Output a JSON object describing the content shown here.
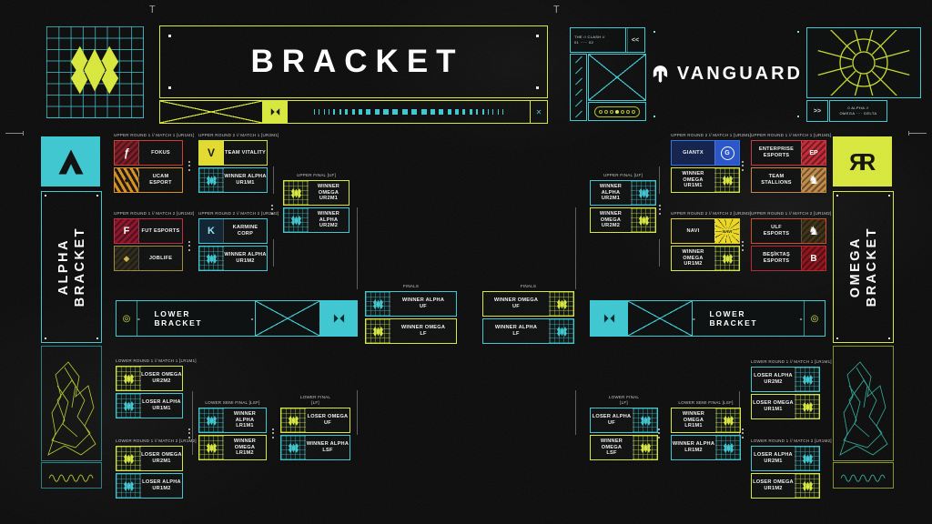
{
  "colors": {
    "cyan": "#3cc8d2",
    "lime": "#d9e93b",
    "background": "#0a0a0a",
    "blue": "#2e6fe8"
  },
  "marks": {
    "t_left": "T",
    "t_right": "T"
  },
  "banner": {
    "title": "BRACKET"
  },
  "vanguard": {
    "sponsor": "VANGUARD",
    "clash_line1": "THE // CLASH //",
    "clash_line2": "01 ····· 02",
    "arrows_left": "<<",
    "arrows_right": ">>",
    "meta_line1": "0  ALPHA  //",
    "meta_line2": "OMEGA ···· DELTA",
    "banner_x_glyph": "✕"
  },
  "sidebar_left": {
    "word1": "ALPHA",
    "word2": "BRACKET",
    "logo": "alpha-emblem"
  },
  "sidebar_right": {
    "word1": "OMEGA",
    "word2": "BRACKET",
    "logo": "r-emblem"
  },
  "lower_bar_left": {
    "dash": "-",
    "label": "LOWER BRACKET",
    "badge_icon": "◎"
  },
  "lower_bar_right": {
    "dash": "-",
    "label": "LOWER BRACKET",
    "badge_icon": "◎"
  },
  "bracket": {
    "matches": [
      {
        "slot": "m-a-ur1m1",
        "side": "left",
        "align": "al-l",
        "label": "UPPER ROUND 1 // MATCH 1 [UR1M1]",
        "rows": [
          {
            "type": "team",
            "l1": "FOKUS",
            "color": "#cf3b2e",
            "logo_class": "lg-fokus mottle",
            "icon": "ƒ"
          },
          {
            "type": "team",
            "l1": "UCAM",
            "l2": "ESPORT",
            "color": "#dd8c21",
            "logo_class": "lg-ucam",
            "icon": "◆"
          }
        ]
      },
      {
        "slot": "m-a-ur2m1",
        "side": "left",
        "align": "al-l",
        "label": "UPPER ROUND 2 // MATCH 1 [UR2M1]",
        "rows": [
          {
            "type": "team",
            "l1": "TEAM VITALITY",
            "color": "#cfe23a",
            "logo_class": "lg-vitality",
            "icon": "V"
          },
          {
            "type": "emblem",
            "l1": "WINNER ALPHA",
            "l2": "UR1M1",
            "color": "#3cc8d2"
          }
        ]
      },
      {
        "slot": "m-a-ur1m2",
        "side": "left",
        "align": "al-l",
        "label": "UPPER ROUND 1 // MATCH 2 [UR1M2]",
        "rows": [
          {
            "type": "team",
            "l1": "FUT ESPORTS",
            "color": "#c22742",
            "logo_class": "lg-fut mottle",
            "icon": "F"
          },
          {
            "type": "team",
            "l1": "JOBLIFE",
            "color": "#9b8b3a",
            "logo_class": "lg-joblife mottle",
            "icon": "◆"
          }
        ]
      },
      {
        "slot": "m-a-ur2m2",
        "side": "left",
        "align": "al-l",
        "label": "UPPER ROUND 2 // MATCH 2 [UR2M2]",
        "rows": [
          {
            "type": "team",
            "l1": "KARMINE",
            "l2": "CORP",
            "color": "#3cc8d2",
            "logo_class": "lg-karmine",
            "icon": "K"
          },
          {
            "type": "emblem",
            "l1": "WINNER ALPHA",
            "l2": "UR1M2",
            "color": "#3cc8d2"
          }
        ]
      },
      {
        "slot": "m-a-uf",
        "side": "left",
        "align": "al-c",
        "label": "UPPER FINAL [UF]",
        "rows": [
          {
            "type": "emblem",
            "l1": "WINNER OMEGA",
            "l2": "UR2M1",
            "color": "#d9e93b"
          },
          {
            "type": "emblem",
            "l1": "WINNER ALPHA",
            "l2": "UR2M2",
            "color": "#3cc8d2"
          }
        ]
      },
      {
        "slot": "m-f-l",
        "side": "left",
        "align": "al-c",
        "label": "FINALS",
        "rows": [
          {
            "type": "emblem",
            "l1": "WINNER ALPHA",
            "l2": "UF",
            "color": "#3cc8d2"
          },
          {
            "type": "emblem",
            "l1": "WINNER OMEGA",
            "l2": "LF",
            "color": "#d9e93b"
          }
        ]
      },
      {
        "slot": "m-f-r",
        "side": "right",
        "align": "al-c",
        "label": "FINALS",
        "rows": [
          {
            "type": "emblem",
            "l1": "WINNER OMEGA",
            "l2": "UF",
            "color": "#d9e93b"
          },
          {
            "type": "emblem",
            "l1": "WINNER ALPHA",
            "l2": "LF",
            "color": "#3cc8d2"
          }
        ]
      },
      {
        "slot": "m-o-uf",
        "side": "right",
        "align": "al-c",
        "label": "UPPER FINAL [UF]",
        "rows": [
          {
            "type": "emblem",
            "l1": "WINNER ALPHA",
            "l2": "UR2M1",
            "color": "#3cc8d2"
          },
          {
            "type": "emblem",
            "l1": "WINNER OMEGA",
            "l2": "UR2M2",
            "color": "#d9e93b"
          }
        ]
      },
      {
        "slot": "m-o-ur2m1",
        "side": "right",
        "align": "al-r",
        "label": "UPPER ROUND 2 // MATCH 1 [UR2M1]",
        "rows": [
          {
            "type": "team",
            "l1": "GIANTX",
            "color": "#2e6fe8",
            "logo_class": "lg-giantx",
            "icon": "G",
            "bg": "#101f4a"
          },
          {
            "type": "emblem",
            "l1": "WINNER OMEGA",
            "l2": "UR1M1",
            "color": "#d9e93b"
          }
        ]
      },
      {
        "slot": "m-o-ur1m1",
        "side": "right",
        "align": "al-r",
        "label": "UPPER ROUND 1 // MATCH 1 [UR1M1]",
        "rows": [
          {
            "type": "team",
            "l1": "ENTERPRISE",
            "l2": "ESPORTS",
            "color": "#d03340",
            "logo_class": "lg-enterprise mottle",
            "icon": "EP"
          },
          {
            "type": "team",
            "l1": "TEAM",
            "l2": "STALLIONS",
            "color": "#c8833a",
            "logo_class": "lg-stallions mottle",
            "icon": "♞"
          }
        ]
      },
      {
        "slot": "m-o-ur2m2",
        "side": "right",
        "align": "al-r",
        "label": "UPPER ROUND 2 // MATCH 2 [UR2M2]",
        "rows": [
          {
            "type": "team",
            "l1": "NAVI",
            "color": "#e3cf25",
            "logo_class": "lg-navi",
            "icon": "NAVI"
          },
          {
            "type": "emblem",
            "l1": "WINNER OMEGA",
            "l2": "UR1M2",
            "color": "#d9e93b"
          }
        ]
      },
      {
        "slot": "m-o-ur1m2",
        "side": "right",
        "align": "al-r",
        "label": "UPPER ROUND 1 // MATCH 2 [UR1M2]",
        "rows": [
          {
            "type": "team",
            "l1": "ULF",
            "l2": "ESPORTS",
            "color": "#cf4a28",
            "logo_class": "lg-ulf mottle",
            "icon": "♞"
          },
          {
            "type": "team",
            "l1": "BEŞİKTAŞ",
            "l2": "ESPORTS",
            "color": "#c0202e",
            "logo_class": "lg-besiktas mottle",
            "icon": "B"
          }
        ]
      },
      {
        "slot": "m-a-lr1m1",
        "side": "left",
        "align": "al-l",
        "label": "LOWER ROUND 1 // MATCH 1 [LR1M1]",
        "rows": [
          {
            "type": "emblem",
            "l1": "LOSER OMEGA",
            "l2": "UR2M2",
            "color": "#d9e93b"
          },
          {
            "type": "emblem",
            "l1": "LOSER ALPHA",
            "l2": "UR1M1",
            "color": "#3cc8d2"
          }
        ]
      },
      {
        "slot": "m-a-lr1m2",
        "side": "left",
        "align": "al-l",
        "label": "LOWER ROUND 1 // MATCH 2 [LR1M2]",
        "rows": [
          {
            "type": "emblem",
            "l1": "LOSER OMEGA",
            "l2": "UR2M1",
            "color": "#d9e93b"
          },
          {
            "type": "emblem",
            "l1": "LOSER ALPHA",
            "l2": "UR1M2",
            "color": "#3cc8d2"
          }
        ]
      },
      {
        "slot": "m-a-lsf",
        "side": "left",
        "align": "al-c",
        "label": "LOWER SEMI FINAL [LSF]",
        "rows": [
          {
            "type": "emblem",
            "l1": "WINNER ALPHA",
            "l2": "LR1M1",
            "color": "#3cc8d2"
          },
          {
            "type": "emblem",
            "l1": "WINNER OMEGA",
            "l2": "LR1M2",
            "color": "#d9e93b"
          }
        ]
      },
      {
        "slot": "m-a-lf",
        "side": "left",
        "align": "al-c",
        "label": "LOWER FINAL",
        "label2": "[LF]",
        "rows": [
          {
            "type": "emblem",
            "l1": "LOSER OMEGA",
            "l2": "UF",
            "color": "#d9e93b"
          },
          {
            "type": "emblem",
            "l1": "WINNER ALPHA",
            "l2": "LSF",
            "color": "#3cc8d2"
          }
        ]
      },
      {
        "slot": "m-o-lf",
        "side": "right",
        "align": "al-c",
        "label": "LOWER FINAL",
        "label2": "[LF]",
        "rows": [
          {
            "type": "emblem",
            "l1": "LOSER ALPHA",
            "l2": "UF",
            "color": "#3cc8d2"
          },
          {
            "type": "emblem",
            "l1": "WINNER OMEGA",
            "l2": "LSF",
            "color": "#d9e93b"
          }
        ]
      },
      {
        "slot": "m-o-lsf",
        "side": "right",
        "align": "al-c",
        "label": "LOWER SEMI FINAL [LSF]",
        "rows": [
          {
            "type": "emblem",
            "l1": "WINNER OMEGA",
            "l2": "LR1M1",
            "color": "#d9e93b"
          },
          {
            "type": "emblem",
            "l1": "WINNER ALPHA",
            "l2": "LR1M2",
            "color": "#3cc8d2"
          }
        ]
      },
      {
        "slot": "m-o-lr1m1",
        "side": "right",
        "align": "al-r",
        "label": "LOWER ROUND 1 // MATCH 1 [LR1M1]",
        "rows": [
          {
            "type": "emblem",
            "l1": "LOSER ALPHA",
            "l2": "UR2M2",
            "color": "#3cc8d2"
          },
          {
            "type": "emblem",
            "l1": "LOSER OMEGA",
            "l2": "UR1M1",
            "color": "#d9e93b"
          }
        ]
      },
      {
        "slot": "m-o-lr1m2",
        "side": "right",
        "align": "al-r",
        "label": "LOWER ROUND 1 // MATCH 2 [LR1M2]",
        "rows": [
          {
            "type": "emblem",
            "l1": "LOSER ALPHA",
            "l2": "UR2M1",
            "color": "#3cc8d2"
          },
          {
            "type": "emblem",
            "l1": "LOSER OMEGA",
            "l2": "UR1M2",
            "color": "#d9e93b"
          }
        ]
      }
    ]
  }
}
